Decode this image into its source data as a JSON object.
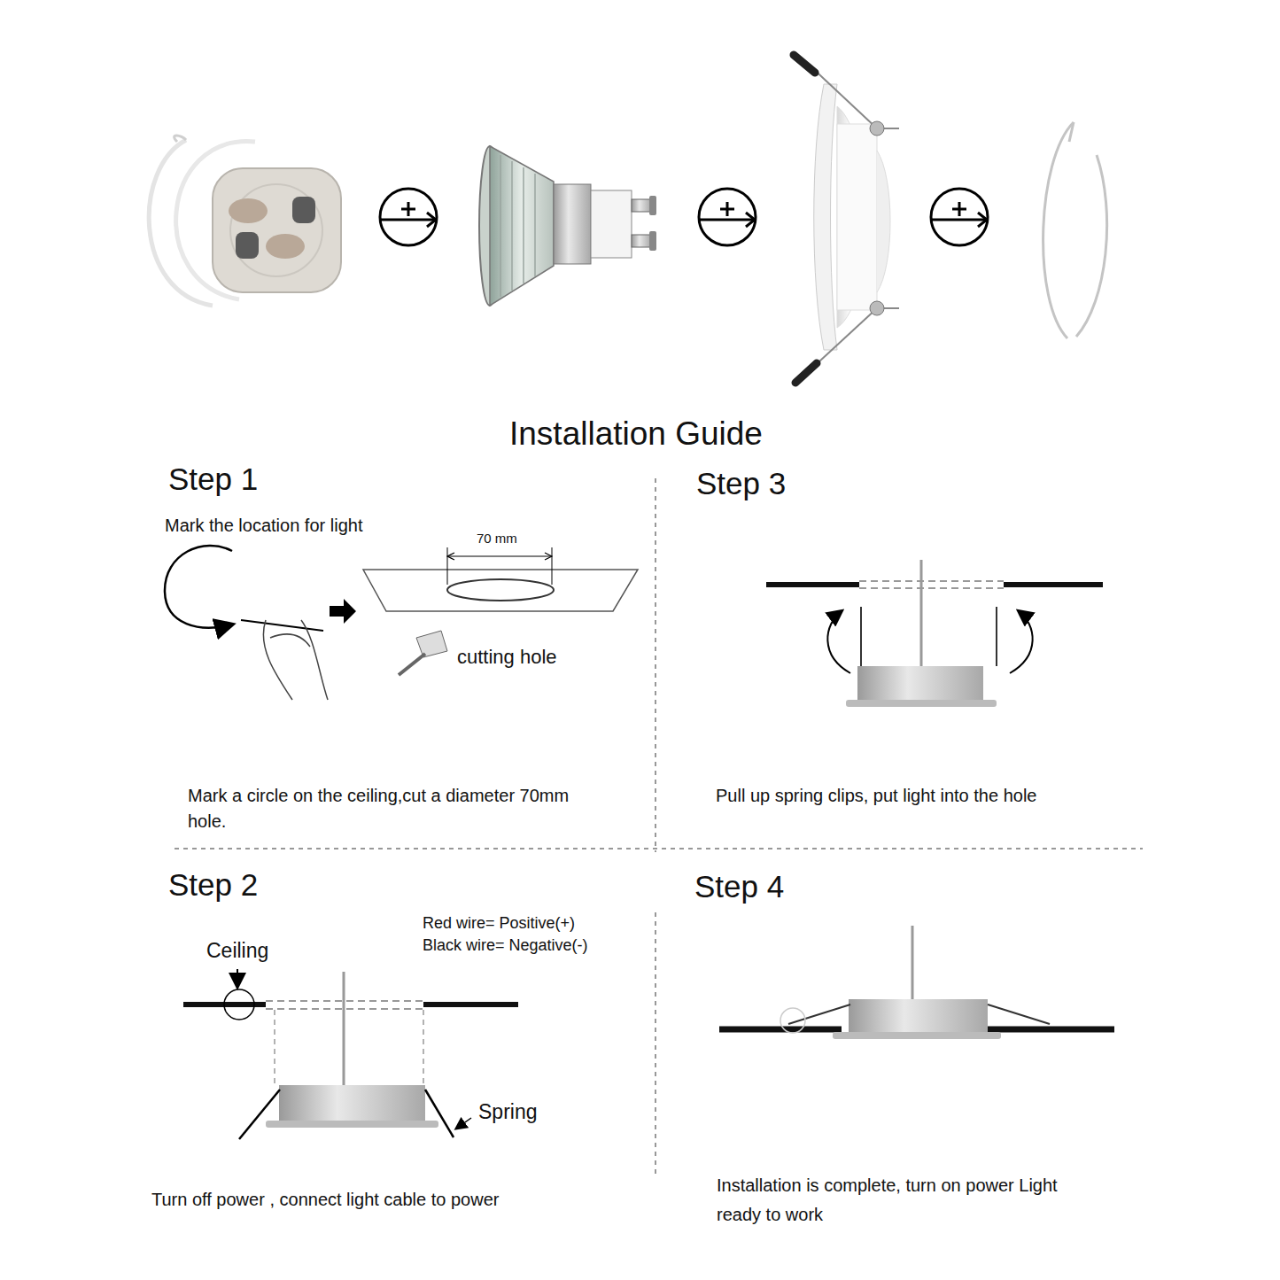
{
  "diagram": {
    "title": "Installation Guide",
    "labels": [
      "Step 1",
      "Mark the location for light",
      "70 mm",
      "cutting hole",
      "Mark a circle on the ceiling,cut a diameter 70mm hole.",
      "Step 3",
      "Pull up spring clips, put light into the hole",
      "Step 2",
      "Ceiling",
      "Red wire= Positive(+)",
      "Black wire= Negative(-)",
      "Spring",
      "Turn off power , connect light cable to power",
      "Step 4",
      "Installation is complete, turn on power Light ready to work"
    ]
  }
}
